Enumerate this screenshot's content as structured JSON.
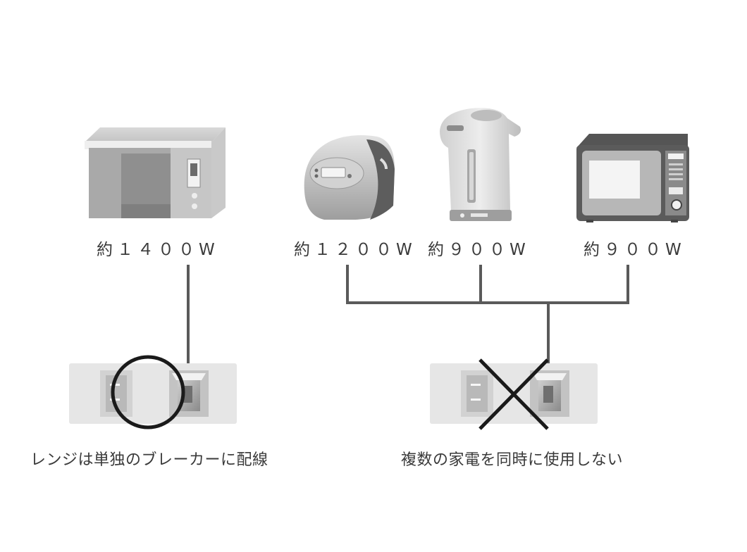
{
  "appliances": {
    "oven": {
      "wattage": "約１４００W"
    },
    "rice_cooker": {
      "wattage": "約１２００W"
    },
    "pot": {
      "wattage": "約９００W"
    },
    "microwave": {
      "wattage": "約９００W"
    }
  },
  "captions": {
    "left": "レンジは単独のブレーカーに配線",
    "right": "複数の家電を同時に使用しない"
  },
  "colors": {
    "line": "#5a5a5a",
    "circle_mark": "#1a1a1a",
    "x_mark": "#1a1a1a",
    "outlet_plate": "#e6e6e6"
  }
}
